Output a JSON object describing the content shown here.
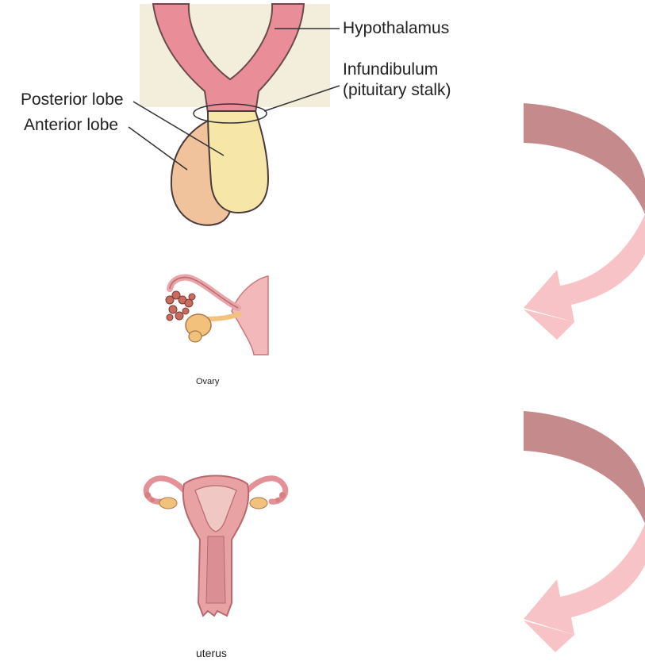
{
  "pituitary": {
    "labels": {
      "hypothalamus": "Hypothalamus",
      "infundibulum_line1": "Infundibulum",
      "infundibulum_line2": "(pituitary stalk)",
      "posterior_lobe": "Posterior lobe",
      "anterior_lobe": "Anterior lobe"
    }
  },
  "ovary": {
    "caption": "Ovary"
  },
  "uterus": {
    "caption": "uterus"
  },
  "colors": {
    "arrow_dark": "#c48a8c",
    "arrow_light": "#f7c3c7",
    "hypothalamus_bg": "#f3eddb",
    "hypothalamus_fill": "#e98d98",
    "posterior_lobe": "#f6e6a8",
    "anterior_lobe": "#f1c39d",
    "uterus_fill": "#e8a2a4",
    "ovary_fill": "#f2c27c"
  }
}
